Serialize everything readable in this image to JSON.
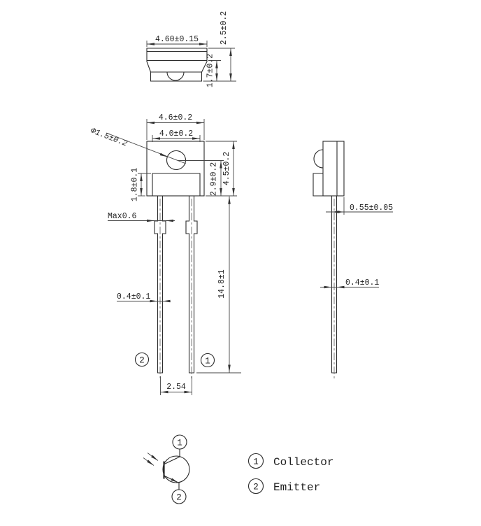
{
  "drawing": {
    "top_view": {
      "width": "4.60±0.15",
      "inner_height": "1.7±0.2",
      "total_height": "2.5±0.2"
    },
    "front_view": {
      "outer_width": "4.6±0.2",
      "lens_width": "4.0±0.2",
      "lens_diameter": "Φ1.5±0.2",
      "base_height": "1.8±0.1",
      "lens_center_height": "2.9±0.2",
      "body_height": "4.5±0.2",
      "standoff_max": "Max0.6",
      "lead_width": "0.4±0.1",
      "lead_length": "14.8±1",
      "lead_pitch": "2.54",
      "pin_left": "2",
      "pin_right": "1"
    },
    "side_view": {
      "lead_offset": "0.55±0.05",
      "lead_thickness": "0.4±0.1"
    },
    "symbol": {
      "top_pin": "1",
      "bottom_pin": "2"
    },
    "legend": [
      {
        "pin": "1",
        "label": "Collector"
      },
      {
        "pin": "2",
        "label": "Emitter"
      }
    ]
  },
  "colors": {
    "line": "#2b2b2b",
    "background": "#ffffff"
  }
}
